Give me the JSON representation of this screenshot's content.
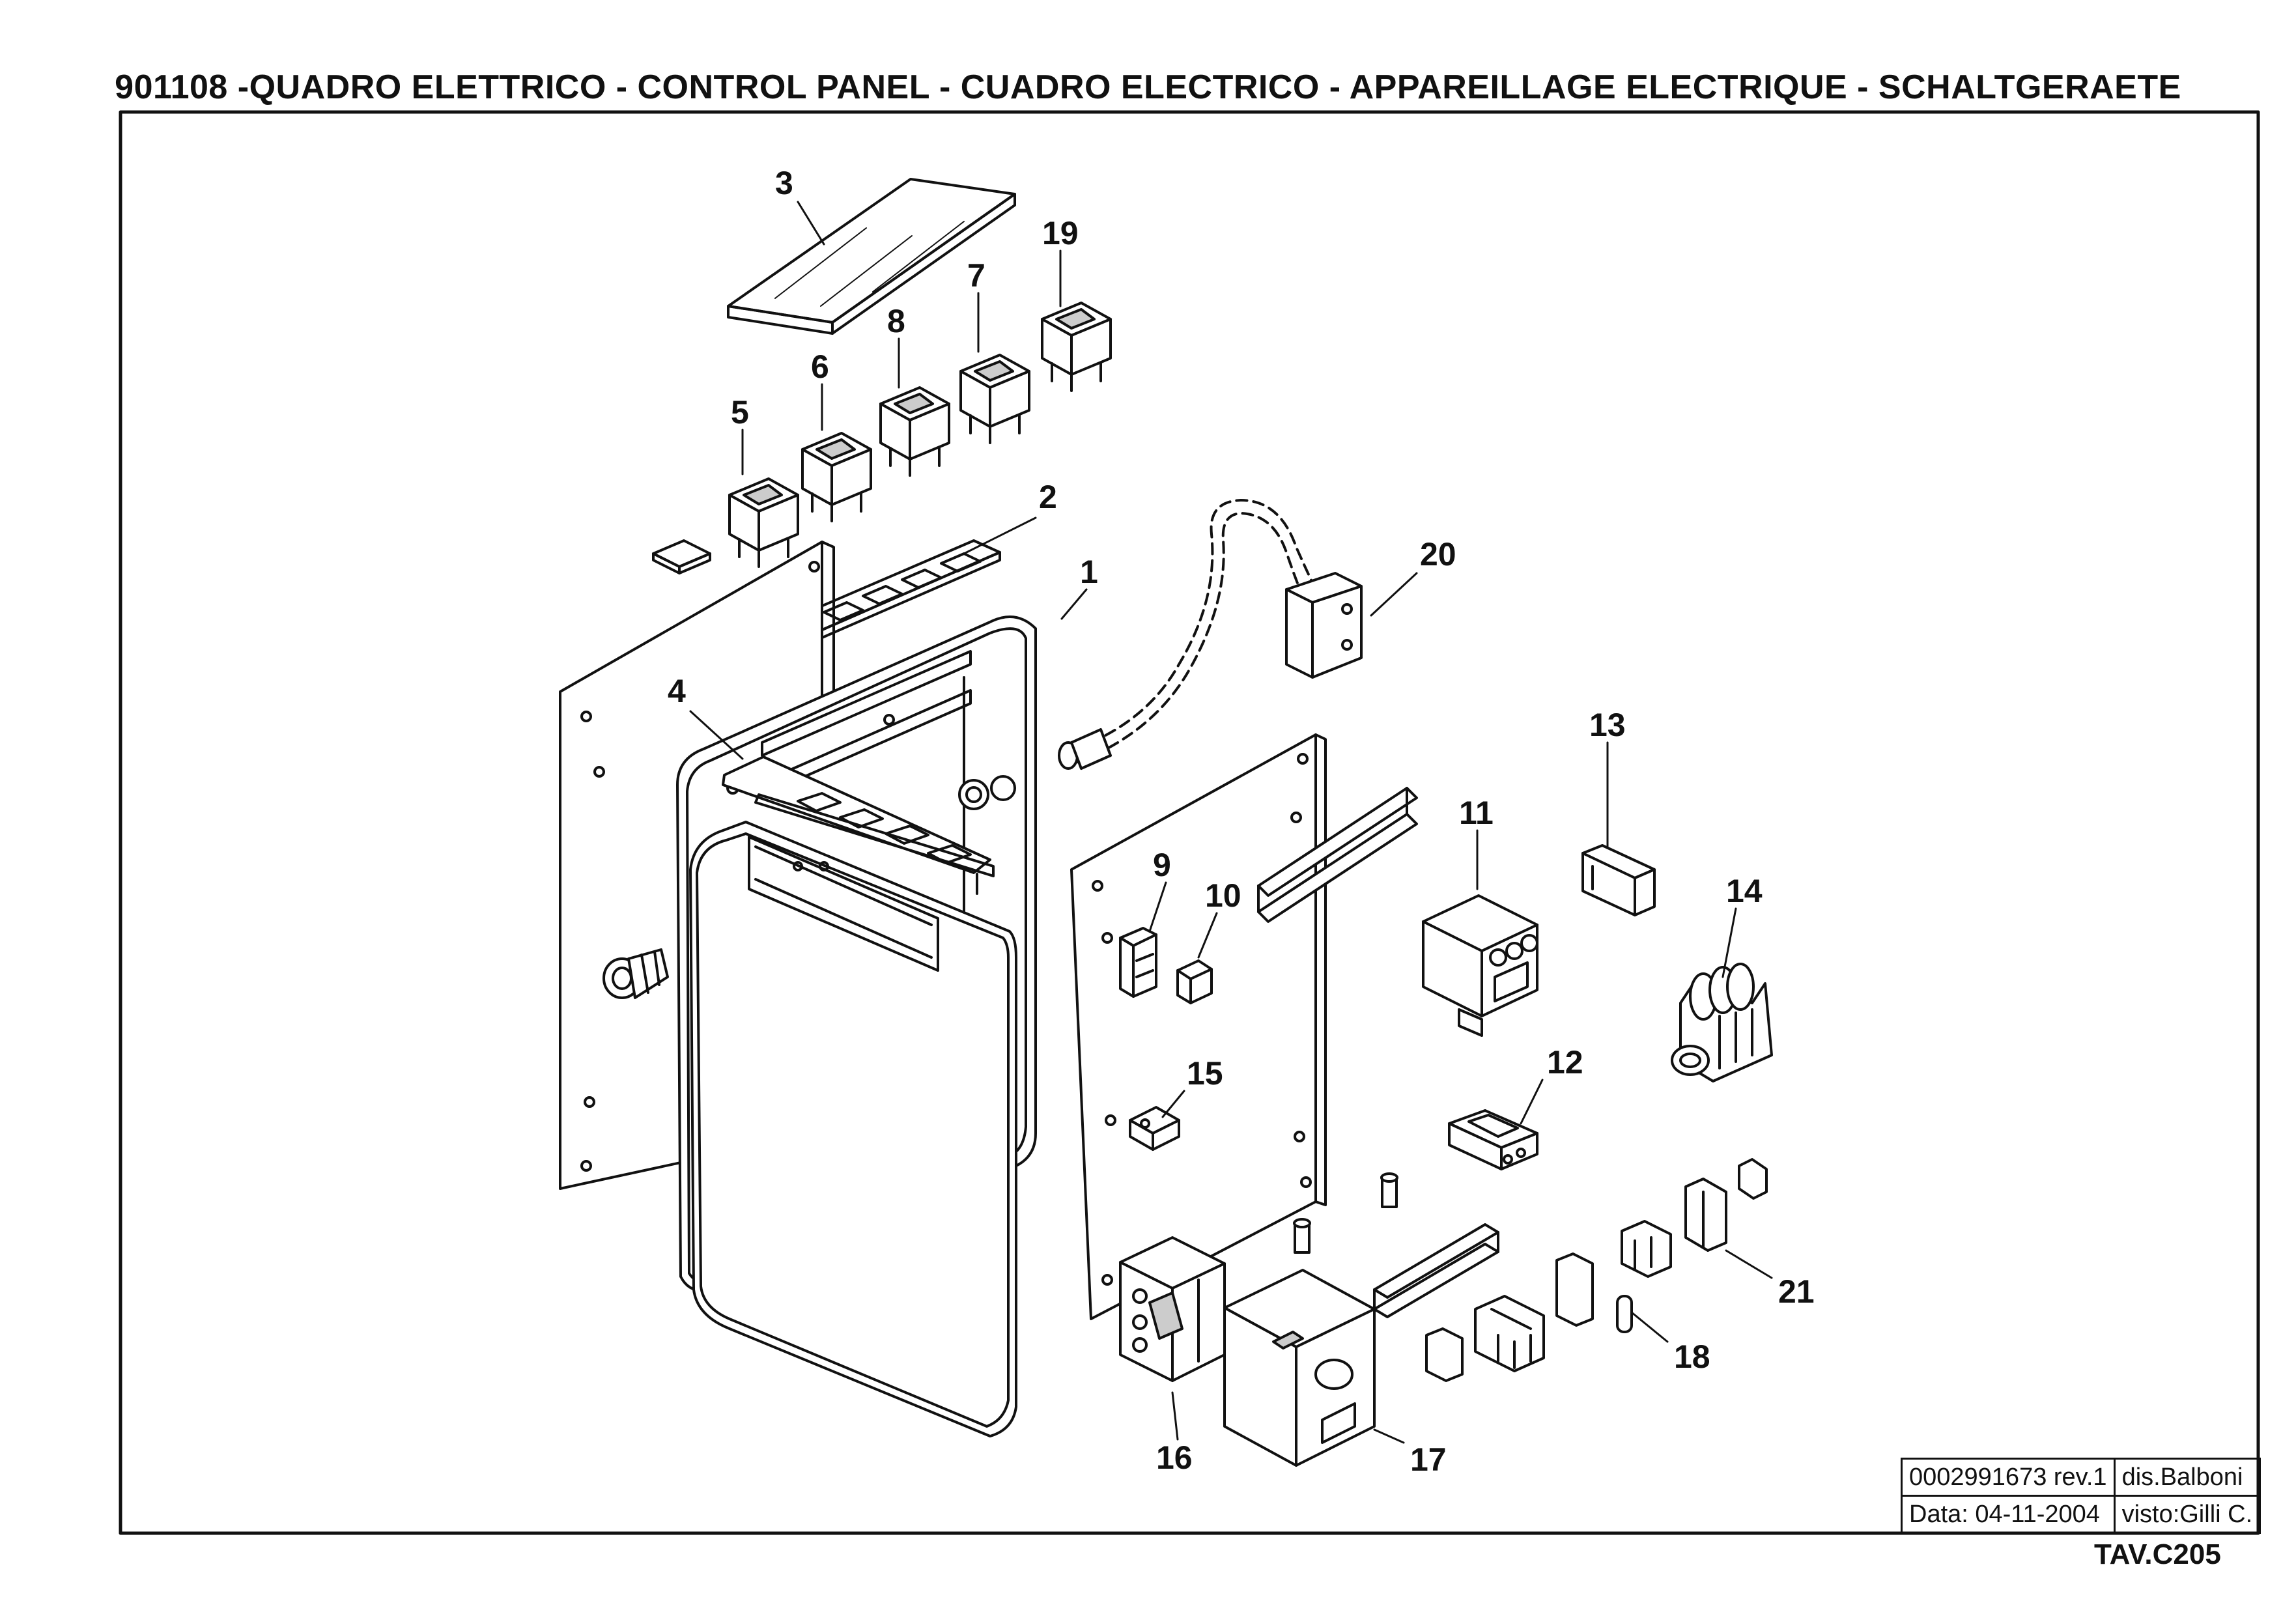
{
  "sheet": {
    "title": "901108 -QUADRO ELETTRICO - CONTROL PANEL - CUADRO ELECTRICO - APPAREILLAGE ELECTRIQUE - SCHALTGERAETE",
    "code": "TAV.C205"
  },
  "title_block": {
    "doc_number": "0002991673 rev.1",
    "drawn_by": "dis.Balboni",
    "date": "Data:  04-11-2004",
    "checked_by": "visto:Gilli C."
  },
  "callouts": {
    "p1": "1",
    "p2": "2",
    "p3": "3",
    "p4": "4",
    "p5": "5",
    "p6": "6",
    "p7": "7",
    "p8": "8",
    "p9": "9",
    "p10": "10",
    "p11": "11",
    "p12": "12",
    "p13": "13",
    "p14": "14",
    "p15": "15",
    "p16": "16",
    "p17": "17",
    "p18": "18",
    "p19": "19",
    "p20": "20",
    "p21": "21"
  }
}
